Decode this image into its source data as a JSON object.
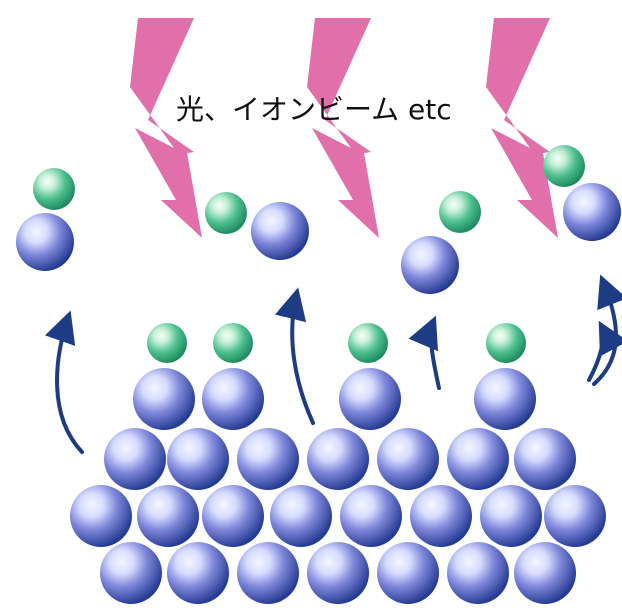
{
  "diagram": {
    "caption": "光、イオンビーム etc",
    "colors": {
      "background": "#ffffff",
      "bolt": "#e06aa6",
      "blue_atom_dark": "#233a8f",
      "blue_atom_light": "#f2f5ff",
      "green_atom_dark": "#1f8f63",
      "green_atom_light": "#f1fff6",
      "arrow": "#1d3c84",
      "text": "#111111"
    },
    "legend": [],
    "elements": {
      "incident_beams": 3,
      "ejection_arrows": 5
    }
  }
}
